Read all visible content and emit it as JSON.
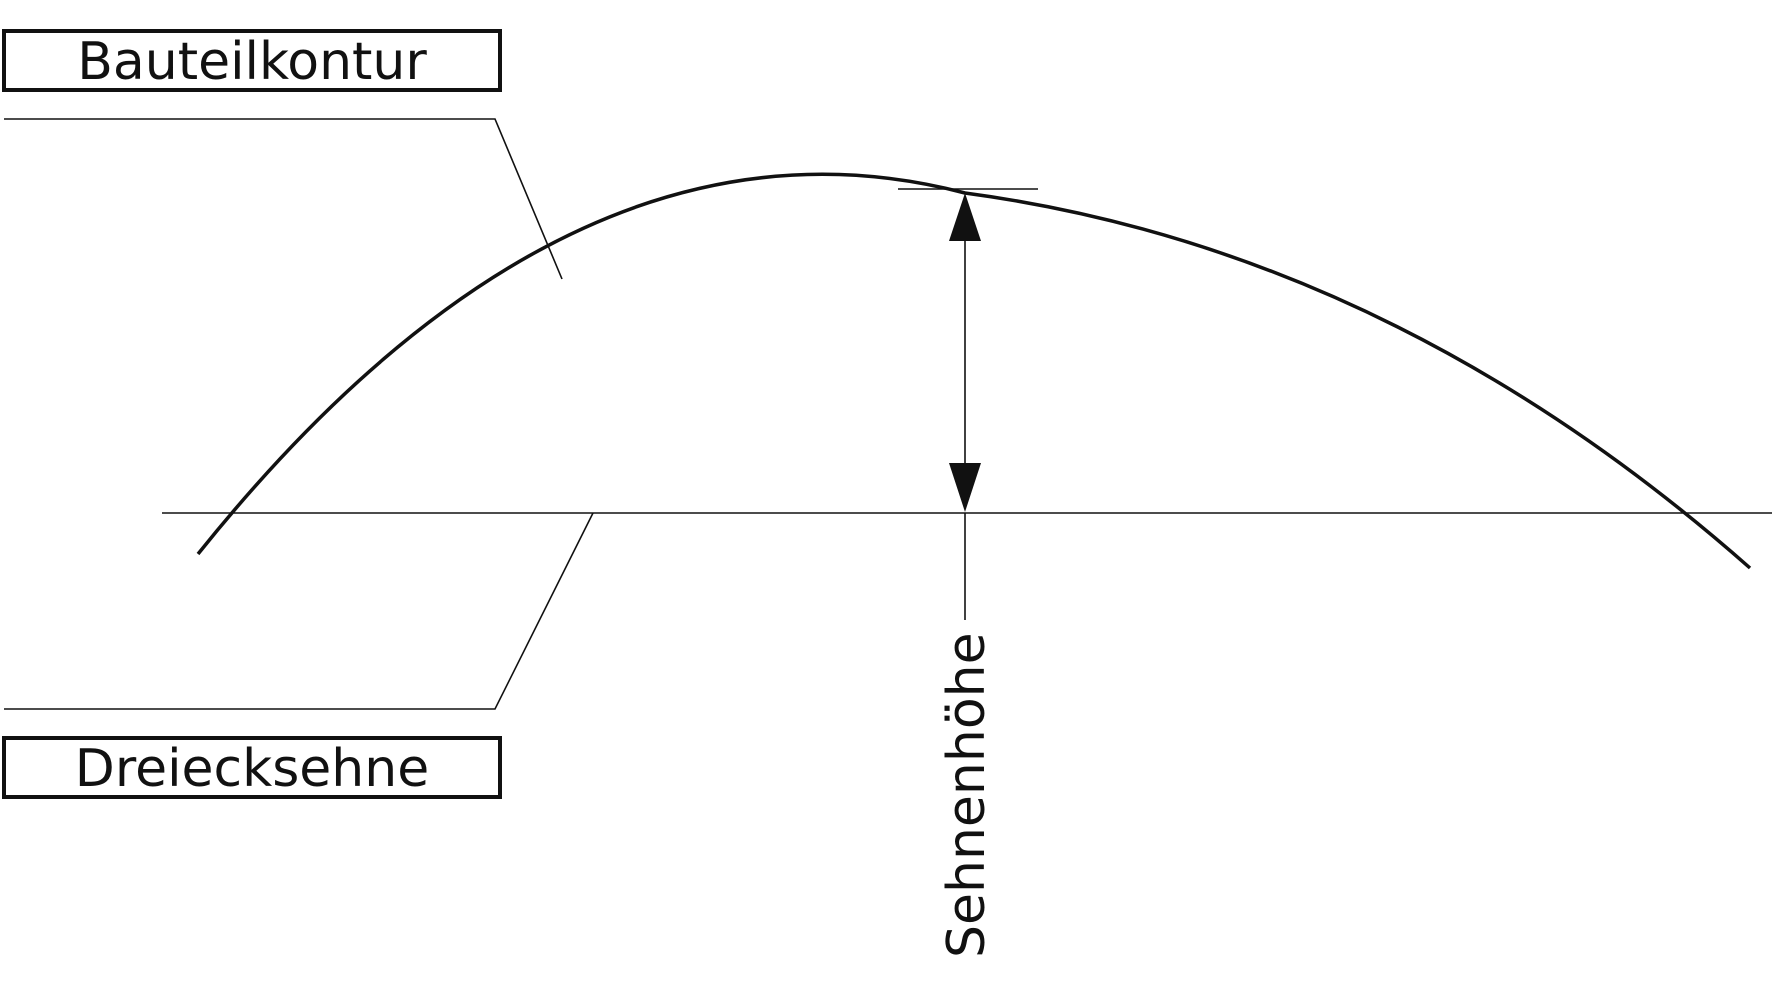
{
  "labels": {
    "contour": "Bauteilkontur",
    "chord": "Dreiecksehne",
    "chord_height": "Sehnenhöhe"
  },
  "colors": {
    "line": "#111111",
    "background": "#ffffff"
  }
}
